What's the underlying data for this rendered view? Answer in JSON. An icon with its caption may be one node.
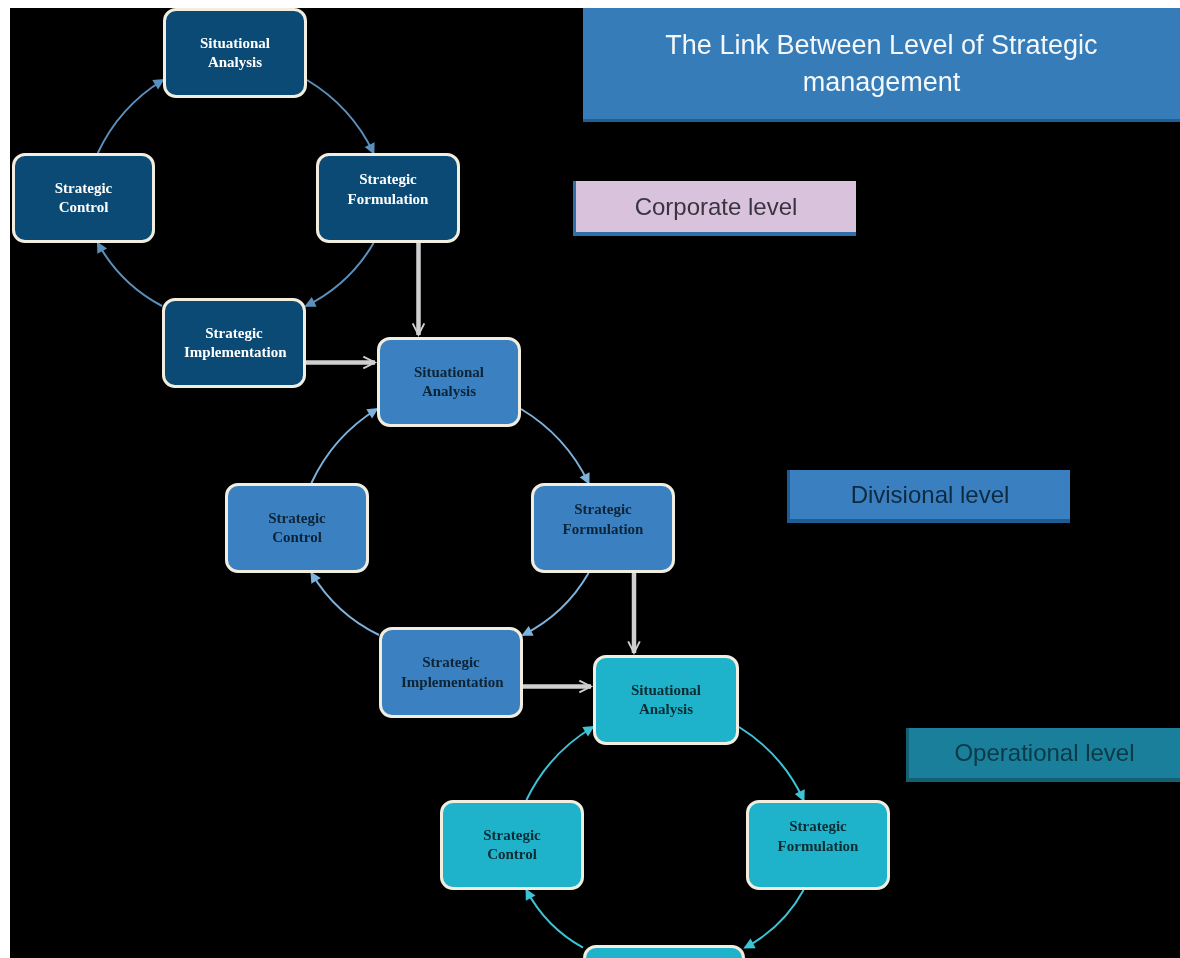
{
  "diagram": {
    "title": "The Link Between Level of Strategic management",
    "nodes": [
      {
        "text": [
          "Situational Analysis"
        ]
      },
      {
        "text": [
          "Strategic Control"
        ]
      },
      {
        "text": [
          "Strategic Formulation"
        ]
      },
      {
        "text": [
          "Strategic Implementation"
        ]
      },
      {
        "text": [
          "Situational Analysis"
        ]
      },
      {
        "text": [
          "Strategic Control"
        ]
      },
      {
        "text": [
          "Strategic Formulation"
        ]
      },
      {
        "text": [
          "Strategic Implementation"
        ]
      },
      {
        "text": [
          "Situational Analysis"
        ]
      },
      {
        "text": [
          "Strategic Control"
        ]
      },
      {
        "text": [
          "Strategic Formulation"
        ]
      },
      {
        "text": [],
        "shape": "box"
      },
      {
        "text": [
          "Corporate level"
        ]
      },
      {
        "text": [
          "Divisional level"
        ]
      },
      {
        "text": [
          "Operational level"
        ]
      }
    ],
    "edges": [
      {
        "from": 0,
        "to": 2,
        "arrow": "to",
        "color": "#5b90bd"
      },
      {
        "from": 2,
        "to": 3,
        "arrow": "to",
        "color": "#5b90bd"
      },
      {
        "from": 3,
        "to": 1,
        "arrow": "to",
        "color": "#5b90bd"
      },
      {
        "from": 1,
        "to": 0,
        "arrow": "to",
        "color": "#5b90bd"
      },
      {
        "from": 2,
        "to": 4,
        "arrow": "to",
        "style": "thick",
        "color": "#d0d0d0"
      },
      {
        "from": 3,
        "to": 4,
        "arrow": "to",
        "style": "thick",
        "color": "#d0d0d0"
      },
      {
        "from": 4,
        "to": 6,
        "arrow": "to",
        "color": "#7db2dc"
      },
      {
        "from": 6,
        "to": 7,
        "arrow": "to",
        "color": "#7db2dc"
      },
      {
        "from": 7,
        "to": 5,
        "arrow": "to",
        "color": "#7db2dc"
      },
      {
        "from": 5,
        "to": 4,
        "arrow": "to",
        "color": "#7db2dc"
      },
      {
        "from": 6,
        "to": 8,
        "arrow": "to",
        "style": "thick",
        "color": "#d0d0d0"
      },
      {
        "from": 7,
        "to": 8,
        "arrow": "to",
        "style": "thick",
        "color": "#d0d0d0"
      },
      {
        "from": 8,
        "to": 10,
        "arrow": "to",
        "color": "#3cc3d6"
      },
      {
        "from": 10,
        "to": 11,
        "arrow": "to",
        "color": "#3cc3d6"
      },
      {
        "from": 11,
        "to": 9,
        "arrow": "to",
        "color": "#3cc3d6"
      },
      {
        "from": 9,
        "to": 8,
        "arrow": "to",
        "color": "#3cc3d6"
      }
    ]
  }
}
